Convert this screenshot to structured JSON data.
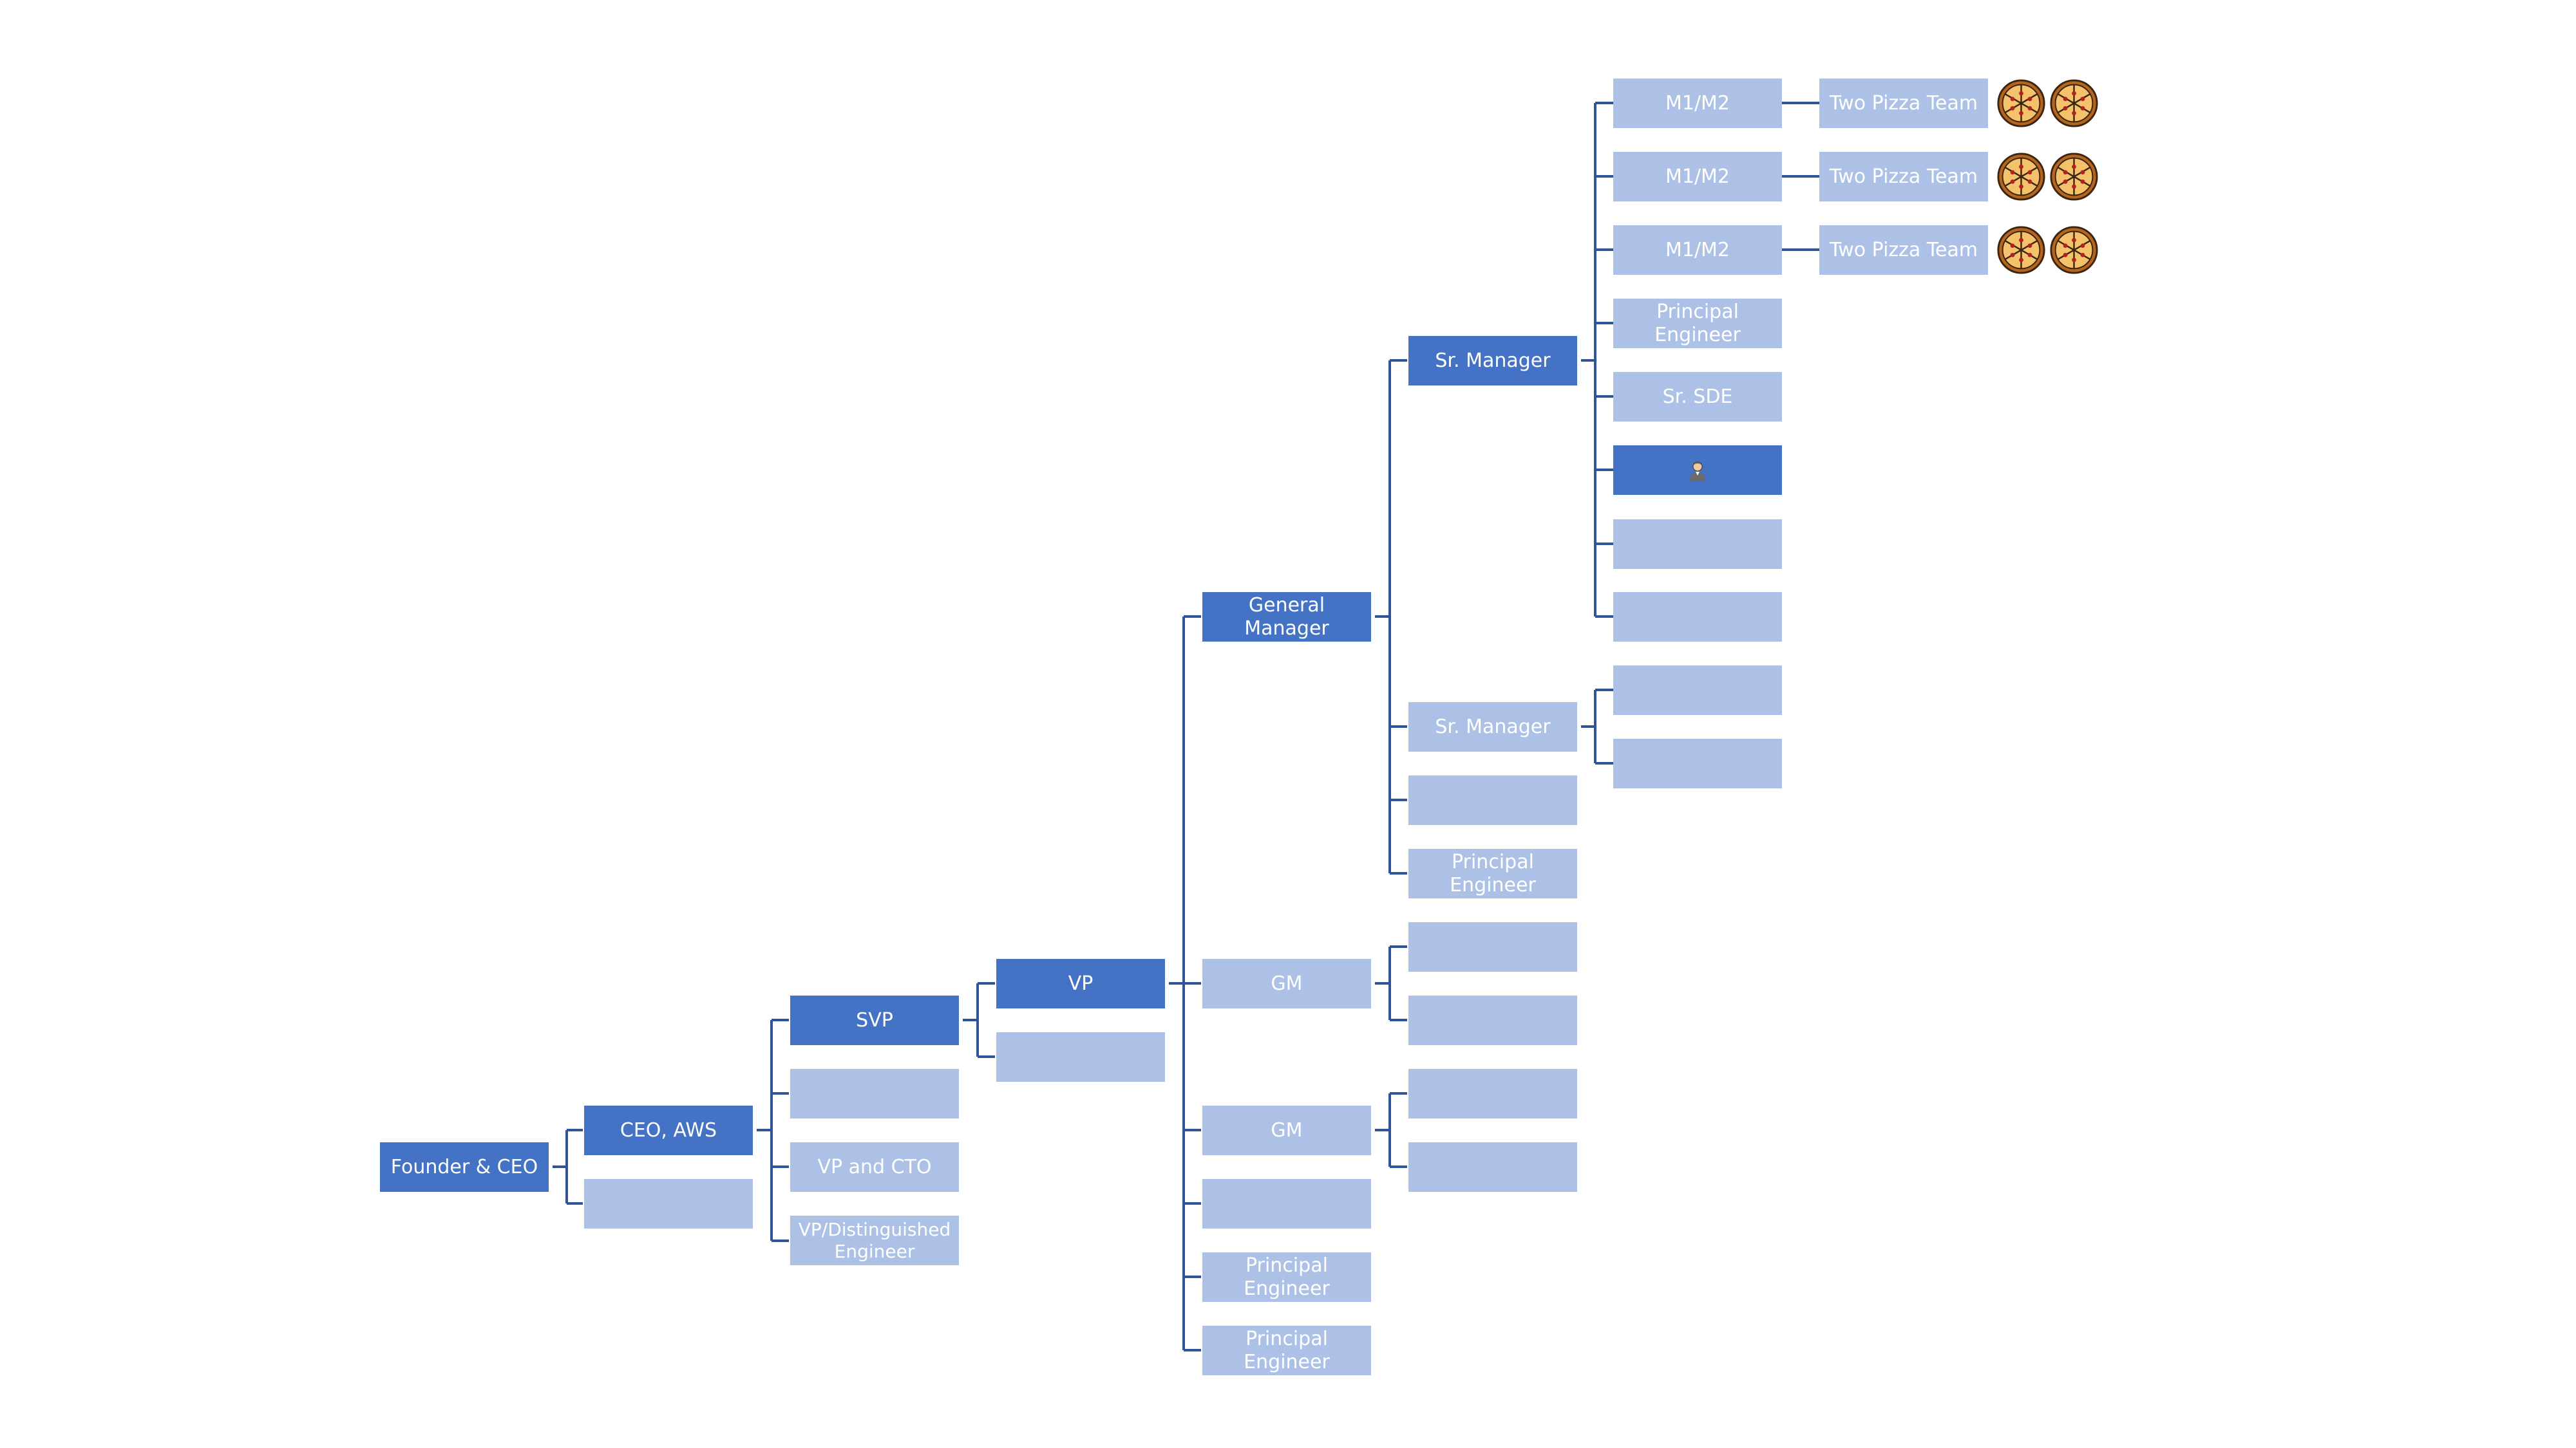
{
  "nodes": {
    "founder": "Founder & CEO",
    "ceo_aws": "CEO, AWS",
    "ceo_peer": "",
    "svp": "SVP",
    "svp_peer": "",
    "vp_cto": "VP and CTO",
    "vp_de": "VP/Distinguished Engineer",
    "vp": "VP",
    "vp_peer": "",
    "general_manager": "General Manager",
    "gm1": "GM",
    "gm2": "GM",
    "gm_peer": "",
    "pe_a": "Principal Engineer",
    "pe_b": "Principal Engineer",
    "sr_manager_1": "Sr. Manager",
    "sr_manager_2": "Sr. Manager",
    "sm_peer": "",
    "pe_c": "Principal Engineer",
    "m1_a": "M1/M2",
    "m1_b": "M1/M2",
    "m1_c": "M1/M2",
    "pe_d": "Principal Engineer",
    "sr_sde": "Sr. SDE",
    "you_blank_1": "",
    "you_blank_2": "",
    "sm2_child_1": "",
    "sm2_child_2": "",
    "gm1_child_1": "",
    "gm1_child_2": "",
    "gm2_child_1": "",
    "gm2_child_2": "",
    "team_a": "Two Pizza Team",
    "team_b": "Two Pizza Team",
    "team_c": "Two Pizza Team"
  },
  "icons": {
    "person": "person-icon",
    "pizza": "pizza-icon"
  },
  "colors": {
    "dark_box": "#4472c4",
    "light_box": "#adc1e6",
    "connector": "#2f5597"
  }
}
